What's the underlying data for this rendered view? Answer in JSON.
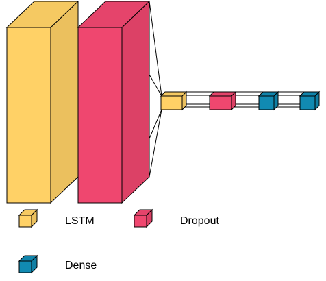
{
  "layers": [
    {
      "name": "LSTM",
      "color": "#FFD166"
    },
    {
      "name": "Dropout",
      "color": "#EF476F"
    },
    {
      "name": "LSTM",
      "color": "#FFD166"
    },
    {
      "name": "Dropout",
      "color": "#EF476F"
    },
    {
      "name": "Dense",
      "color": "#118AB2"
    },
    {
      "name": "Dense",
      "color": "#118AB2"
    }
  ],
  "legend": [
    {
      "label": "LSTM",
      "color": "#FFD166",
      "icon": "lstm-cube-icon"
    },
    {
      "label": "Dropout",
      "color": "#EF476F",
      "icon": "dropout-cube-icon"
    },
    {
      "label": "Dense",
      "color": "#118AB2",
      "icon": "dense-cube-icon"
    }
  ]
}
